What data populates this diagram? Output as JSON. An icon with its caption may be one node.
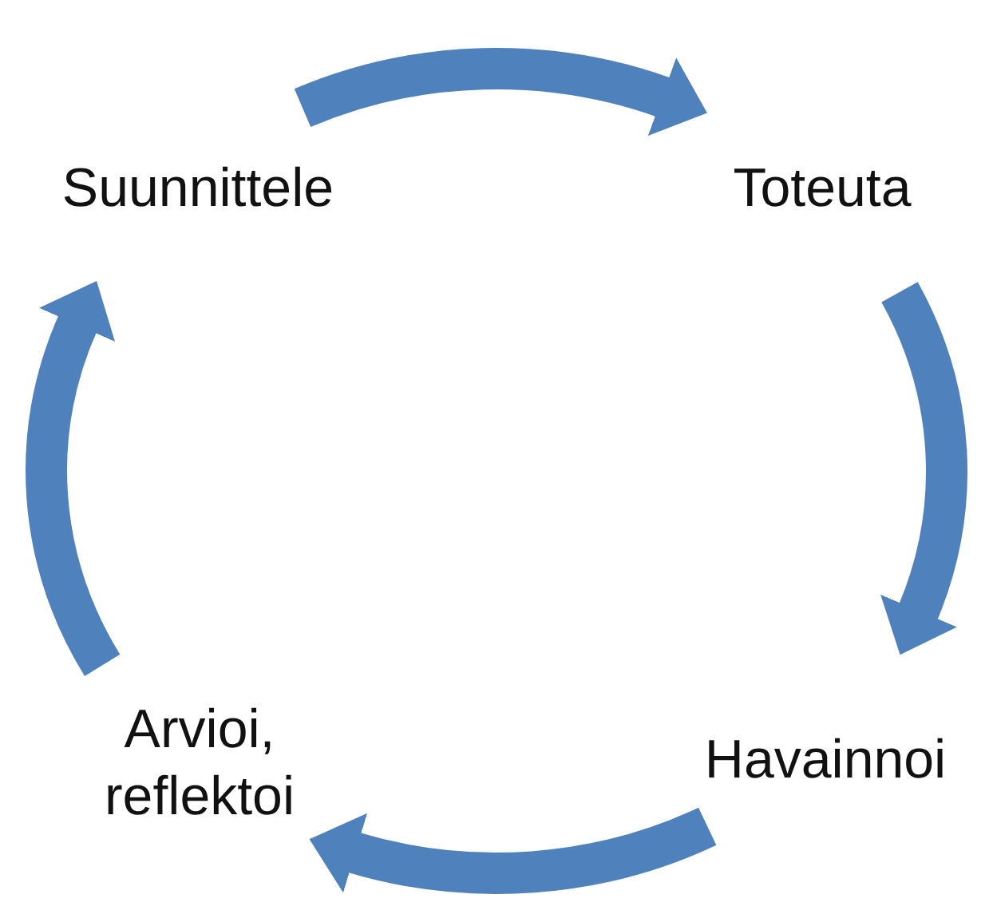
{
  "diagram": {
    "nodes": [
      {
        "text": [
          "Suunnittele"
        ]
      },
      {
        "text": [
          "Toteuta"
        ]
      },
      {
        "text": [
          "Havainnoi"
        ]
      },
      {
        "text": [
          "Arvioi, reflektoi"
        ]
      }
    ],
    "edges": [
      {
        "from": 0,
        "to": 1,
        "arrow": "to"
      },
      {
        "from": 1,
        "to": 2,
        "arrow": "to"
      },
      {
        "from": 2,
        "to": 3,
        "arrow": "to"
      },
      {
        "from": 3,
        "to": 0,
        "arrow": "to"
      }
    ]
  }
}
